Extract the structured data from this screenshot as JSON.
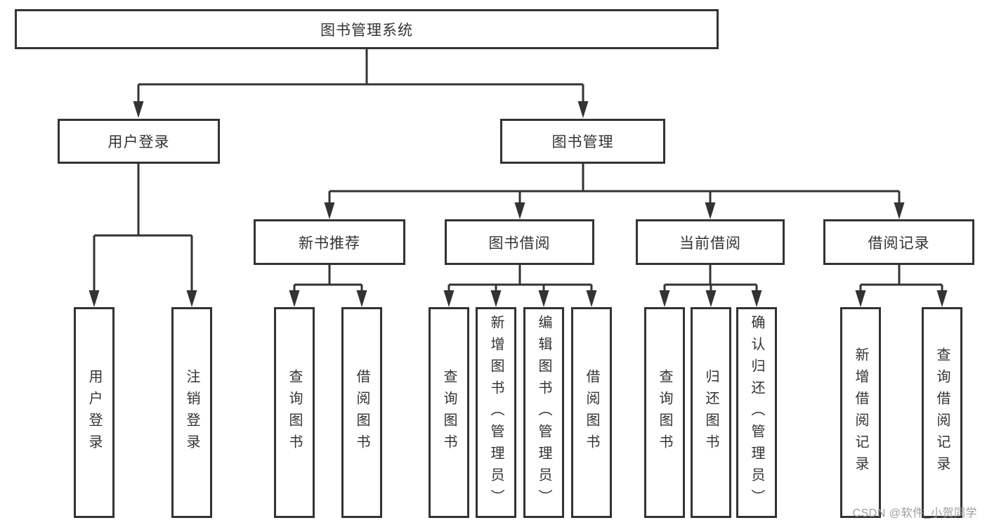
{
  "diagram": {
    "root": {
      "label": "图书管理系统"
    },
    "level2": [
      {
        "label": "用户登录"
      },
      {
        "label": "图书管理"
      }
    ],
    "level3": [
      {
        "label": "新书推荐"
      },
      {
        "label": "图书借阅"
      },
      {
        "label": "当前借阅"
      },
      {
        "label": "借阅记录"
      }
    ],
    "leaves": {
      "user_login": [
        "用户登录",
        "注销登录"
      ],
      "new_books": [
        "查询图书",
        "借阅图书"
      ],
      "borrowing": [
        "查询图书",
        "新增图书（管理员）",
        "编辑图书（管理员）",
        "借阅图书"
      ],
      "current": [
        "查询图书",
        "归还图书",
        "确认归还（管理员）"
      ],
      "records": [
        "新增借阅记录",
        "查询借阅记录"
      ]
    }
  },
  "watermark": {
    "text": "CSDN @软件_小贺同学",
    "color": "#9c9c9c"
  },
  "colors": {
    "line": "#333333",
    "text": "#333333",
    "background": "#ffffff",
    "node_fill": "#ffffff"
  }
}
